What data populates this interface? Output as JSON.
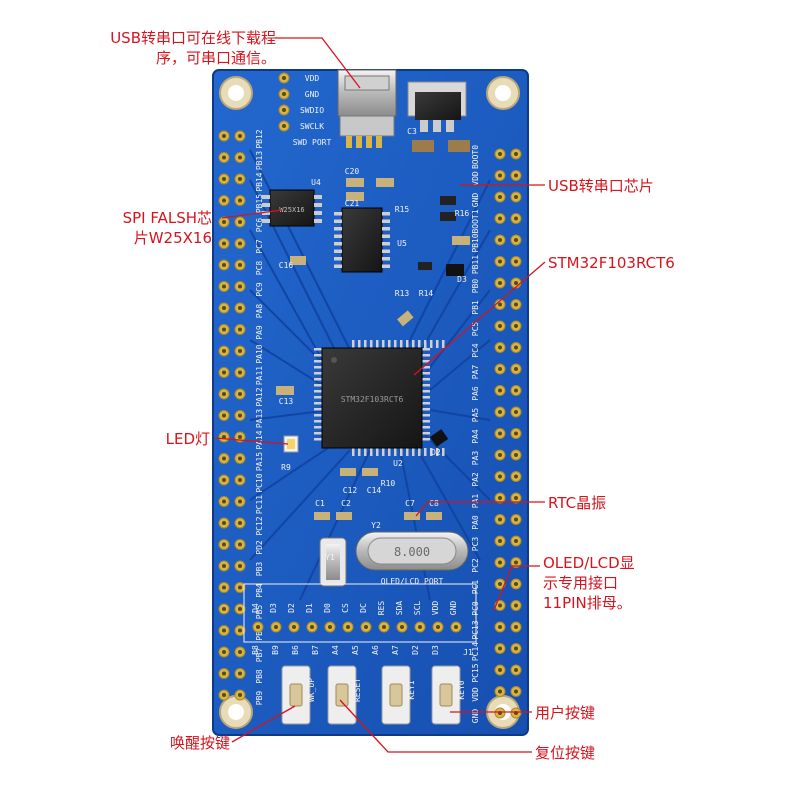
{
  "callouts": {
    "usb_port": {
      "lines": [
        "USB转串口可在线下载程",
        "序，可串口通信。"
      ]
    },
    "usb_chip": {
      "lines": [
        "USB转串口芯片"
      ]
    },
    "spi_flash": {
      "lines": [
        "SPI FALSH芯",
        "片W25X16"
      ]
    },
    "mcu": {
      "lines": [
        "STM32F103RCT6"
      ]
    },
    "led": {
      "lines": [
        "LED灯"
      ]
    },
    "rtc": {
      "lines": [
        "RTC晶振"
      ]
    },
    "oled": {
      "lines": [
        "OLED/LCD显",
        "示专用接口",
        "11PIN排母。"
      ]
    },
    "user_key": {
      "lines": [
        "用户按键"
      ]
    },
    "wakeup_key": {
      "lines": [
        "唤醒按键"
      ]
    },
    "reset_key": {
      "lines": [
        "复位按键"
      ]
    }
  },
  "board": {
    "left_pins": [
      "PB12",
      "PB13",
      "PB14",
      "PB15",
      "PC6",
      "PC7",
      "PC8",
      "PC9",
      "PA8",
      "PA9",
      "PA10",
      "PA11",
      "PA12",
      "PA13",
      "PA14",
      "PA15",
      "PC10",
      "PC11",
      "PC12",
      "PD2",
      "PB3",
      "PB4",
      "PB5",
      "PB6",
      "PB7",
      "PB8",
      "PB9"
    ],
    "right_pins": [
      "BOOT0",
      "VDD",
      "GND",
      "BOOT1",
      "PB10",
      "PB11",
      "PB0",
      "PB1",
      "PC5",
      "PC4",
      "PA7",
      "PA6",
      "PA5",
      "PA4",
      "PA3",
      "PA2",
      "PA1",
      "PA0",
      "PC3",
      "PC2",
      "PC1",
      "PC0",
      "PC13",
      "PC14",
      "PC15",
      "VDD",
      "GND"
    ],
    "top_pins": [
      "VDD",
      "GND",
      "SWDIO",
      "SWCLK",
      "SWD PORT"
    ],
    "oled_pins": [
      "D4",
      "D3",
      "D2",
      "D1",
      "D0",
      "CS",
      "DC",
      "RES",
      "SDA",
      "SCL",
      "VDD",
      "GND"
    ],
    "oled_label": "OLED/LCD PORT",
    "bottom_labels": [
      "B8",
      "B9",
      "B6",
      "B7",
      "A4",
      "A5",
      "A6",
      "A7",
      "D2",
      "D3"
    ],
    "key_labels": [
      "WK_UP",
      "RESET",
      "KEY1",
      "KEY0"
    ],
    "crystal_text": "8.000",
    "mcu_marking": [
      "STM32F103RCT6"
    ],
    "flash_marking": "W25X16",
    "component_labels": [
      "U4",
      "U5",
      "U2",
      "Y2",
      "R15",
      "R16",
      "R13",
      "R14",
      "D3",
      "D2",
      "C13",
      "C12",
      "C14",
      "C2",
      "C1",
      "C7",
      "C8",
      "C16",
      "C20",
      "C21",
      "C3",
      "J1",
      "R9",
      "R10",
      "Y1"
    ]
  },
  "colors": {
    "callout_text": "#d6141d",
    "pcb_blue": "#1a5cc0",
    "pcb_dark": "#0f3f96",
    "pad_gold": "#d9b544",
    "silk_white": "#f2f2f2"
  }
}
